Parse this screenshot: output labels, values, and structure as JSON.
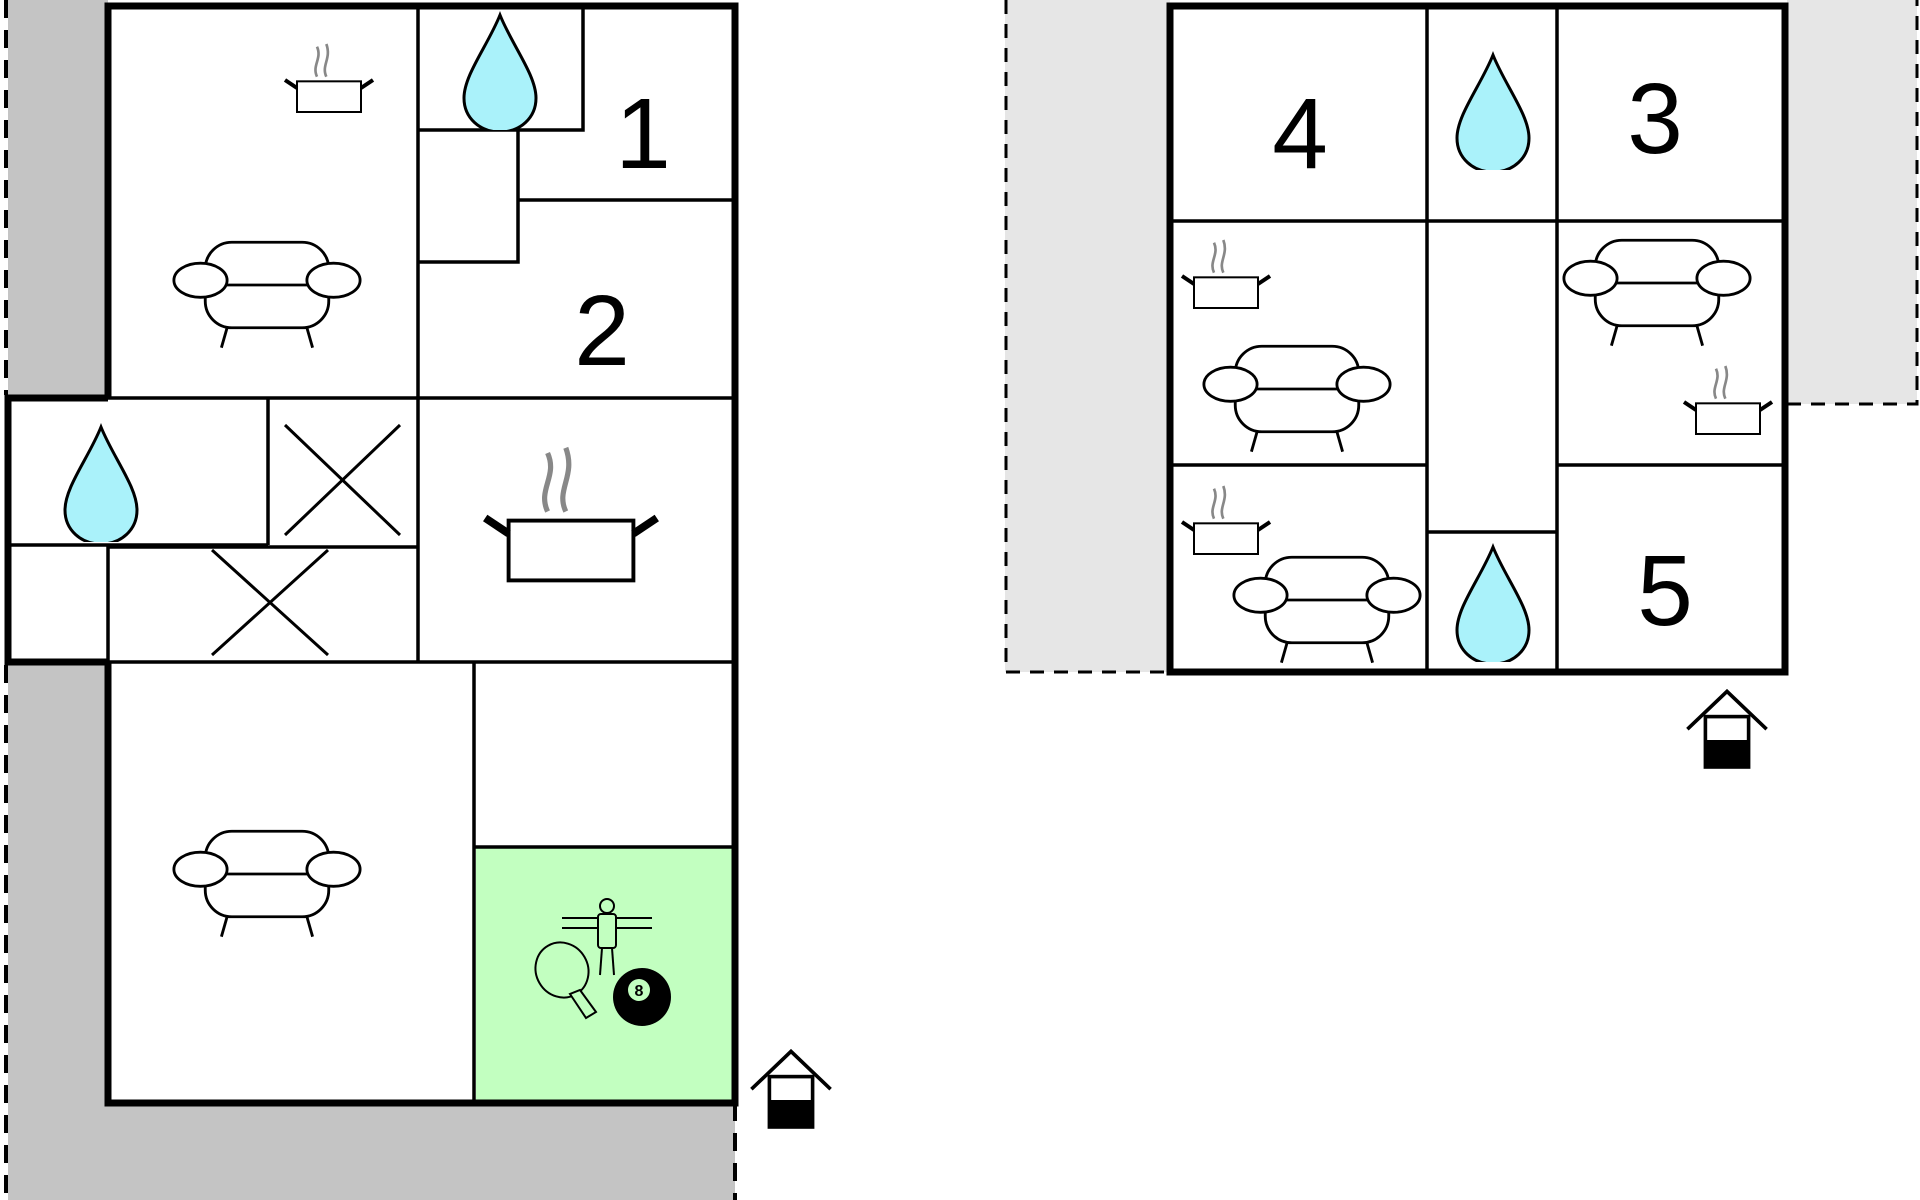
{
  "colors": {
    "wall": "#000000",
    "terrace_dark": "#c4c4c4",
    "terrace_light": "#e6e6e6",
    "water": "#aaf2fa",
    "game_room": "#c2ffc0",
    "steam": "#888888",
    "background": "#ffffff"
  },
  "icons": [
    "bathroom-water-drop-icon",
    "kitchen-pot-icon",
    "sofa-icon",
    "stairs-cross-icon",
    "entrance-house-icon",
    "table-tennis-icon",
    "table-football-icon",
    "billiard-ball-icon"
  ],
  "left_building": {
    "bedrooms": [
      {
        "id": "bedroom-1",
        "label": "1"
      },
      {
        "id": "bedroom-2",
        "label": "2"
      }
    ],
    "game_room": {
      "billiard_ball_label": "8"
    }
  },
  "right_building": {
    "bedrooms": [
      {
        "id": "bedroom-4",
        "label": "4"
      },
      {
        "id": "bedroom-3",
        "label": "3"
      },
      {
        "id": "bedroom-5",
        "label": "5"
      }
    ]
  }
}
